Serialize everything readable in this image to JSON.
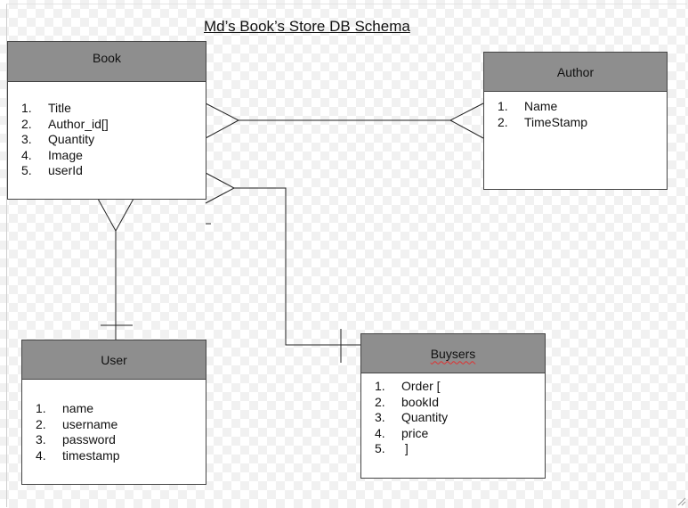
{
  "diagram": {
    "title": "Md’s Book’s Store DB Schema",
    "entities": {
      "book": {
        "name": "Book",
        "fields": [
          "Title",
          "Author_id[]",
          "Quantity",
          "Image",
          "userId"
        ]
      },
      "author": {
        "name": "Author",
        "fields": [
          "Name",
          "TimeStamp"
        ]
      },
      "user": {
        "name": "User",
        "fields": [
          "name",
          "username",
          "password",
          "timestamp"
        ]
      },
      "buyers": {
        "name": "Buysers",
        "fields": [
          "Order [",
          "bookId",
          "Quantity",
          "price",
          " ]"
        ]
      }
    },
    "field_numbers": [
      "1.",
      "2.",
      "3.",
      "4.",
      "5."
    ],
    "relationships": [
      {
        "from": "book",
        "to": "author",
        "from_cardinality": "many",
        "to_cardinality": "many"
      },
      {
        "from": "book",
        "to": "buyers",
        "from_cardinality": "many",
        "to_cardinality": "one"
      },
      {
        "from": "book",
        "to": "user",
        "from_cardinality": "many",
        "to_cardinality": "one"
      }
    ],
    "colors": {
      "header_fill": "#8e8e8e",
      "line": "#222222",
      "border": "#444444"
    }
  }
}
